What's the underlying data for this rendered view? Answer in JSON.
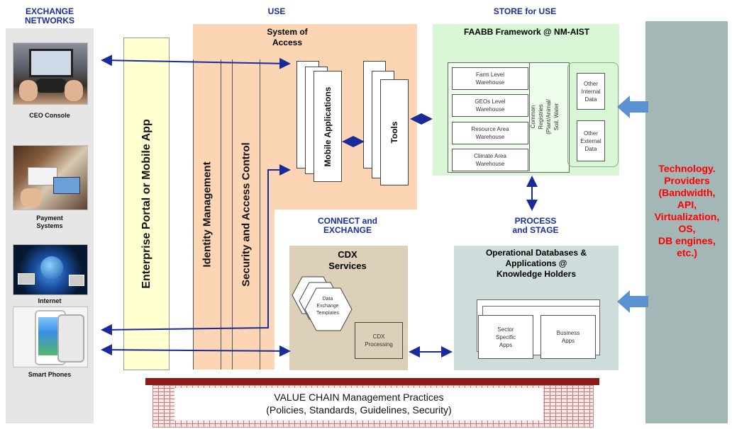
{
  "headers": {
    "exchange_networks": "EXCHANGE\nNETWORKS",
    "use": "USE",
    "store_for_use": "STORE for USE",
    "connect_exchange": "CONNECT and\nEXCHANGE",
    "process_stage": "PROCESS\nand STAGE"
  },
  "networks": {
    "ceo_console": "CEO Console",
    "payment_systems": "Payment\nSystems",
    "internet": "Internet",
    "smart_phones": "Smart Phones"
  },
  "portal": {
    "label": "Enterprise Portal or Mobile App"
  },
  "use_block": {
    "title": "System of\nAccess",
    "identity": "Identity Management",
    "security": "Security and Access Control",
    "mobile_apps": "Mobile Applications",
    "tools": "Tools"
  },
  "store_block": {
    "title": "FAABB Framework @ NM-AIST",
    "warehouses": [
      "Farm Level\nWarehouse",
      "GEOs Level\nWarehouse",
      "Resource Area\nWarehouse",
      "Climate Area\nWarehouse"
    ],
    "registries": "Common Registries\n(Plant/Animal/ Soil, Water",
    "other_internal": "Other\nInternal\nData",
    "other_external": "Other\nExternal\nData"
  },
  "cdx_block": {
    "title": "CDX\nServices",
    "templates": "Data\nExchange\nTemplates",
    "processing": "CDX\nProcessing"
  },
  "ops_block": {
    "title": "Operational Databases &\nApplications @\nKnowledge Holders",
    "sector_apps": "Sector\nSpecific\nApps",
    "business_apps": "Business\nApps"
  },
  "technology": {
    "label": "Technology.\nProviders\n(Bandwidth,\nAPI,\nVirtualization,\nOS,\nDB engines,\netc.)"
  },
  "value_chain": {
    "label": "VALUE CHAIN Management Practices\n(Policies, Standards, Guidelines, Security)"
  },
  "colors": {
    "header_blue": "#1a2fa0",
    "arrow_blue": "#1a2a9a",
    "portal_fill": "#ffffd0",
    "use_fill": "#fcd5b4",
    "store_fill": "#d9f7d6",
    "cdx_fill": "#ddd0b8",
    "ops_fill": "#cfdcdc",
    "tech_fill": "#a3b7b7",
    "tech_text": "#ff0000",
    "value_chain_bar": "#8b1a1a",
    "big_arrow": "#5b93d2"
  }
}
